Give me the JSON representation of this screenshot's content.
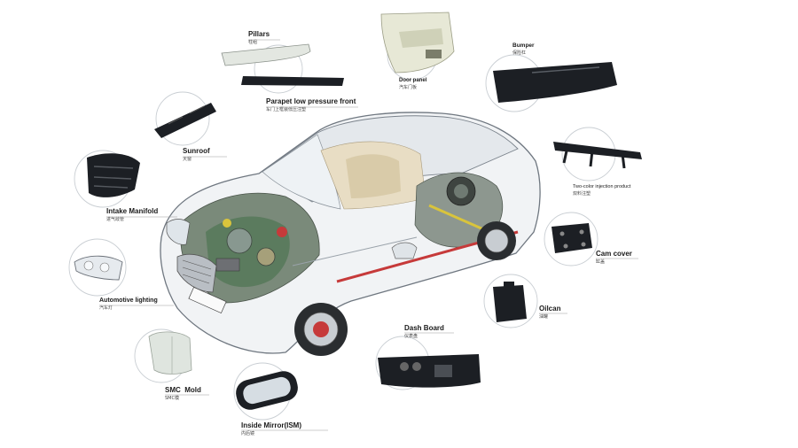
{
  "parts": [
    {
      "id": "pillars",
      "en": "Pillars",
      "zh": "柱组",
      "icon": "pillar-trim-icon"
    },
    {
      "id": "door-panel",
      "en": "Door panel",
      "zh": "汽车门板",
      "icon": "door-panel-icon"
    },
    {
      "id": "bumper",
      "en": "Bumper",
      "zh": "保险杠",
      "icon": "bumper-icon"
    },
    {
      "id": "parapet",
      "en": "Parapet low pressure front",
      "zh": "车门上框装低压注塑",
      "icon": "parapet-strip-icon"
    },
    {
      "id": "sunroof",
      "en": "Sunroof",
      "zh": "天窗",
      "icon": "sunroof-frame-icon"
    },
    {
      "id": "two-color",
      "en": "Two-color injection product",
      "zh": "双料注塑",
      "icon": "two-color-bracket-icon"
    },
    {
      "id": "intake",
      "en": "Intake Manifold",
      "zh": "进气歧管",
      "icon": "intake-manifold-icon"
    },
    {
      "id": "cam-cover",
      "en": "Cam cover",
      "zh": "缸盖",
      "icon": "cam-cover-icon"
    },
    {
      "id": "lighting",
      "en": "Automotive lighting",
      "zh": "汽车灯",
      "icon": "headlight-icon"
    },
    {
      "id": "oilcan",
      "en": "Oilcan",
      "zh": "油罐",
      "icon": "oilcan-icon"
    },
    {
      "id": "dashboard",
      "en": "Dash Board",
      "zh": "仪表盘",
      "icon": "dashboard-icon"
    },
    {
      "id": "smc",
      "en": "SMC  Mold",
      "zh": "SMC模",
      "icon": "smc-mold-icon"
    },
    {
      "id": "mirror",
      "en": "Inside Mirror(ISM)",
      "zh": "内后镜",
      "icon": "mirror-icon"
    }
  ],
  "colors": {
    "part": "#1c1f24",
    "part_light": "#dfe4df",
    "circle": "#c9ced3",
    "car_body": "#f1f3f5",
    "car_line": "#6f7780",
    "engine": "#5b7b5e",
    "accent_red": "#c63a3a",
    "accent_yellow": "#d9c43c"
  }
}
